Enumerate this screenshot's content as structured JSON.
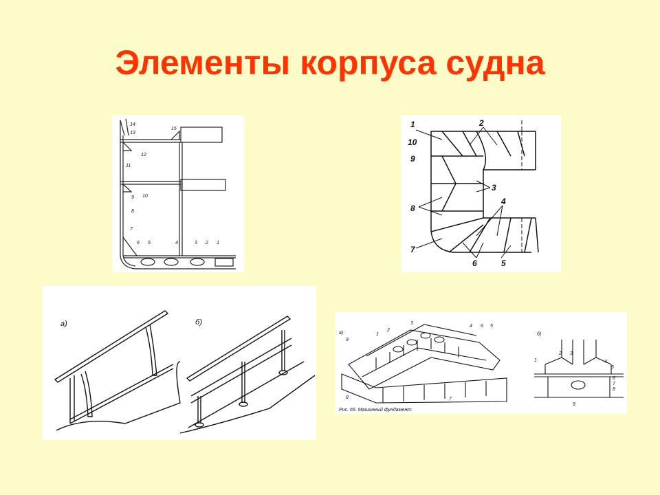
{
  "slide": {
    "title": "Элементы корпуса судна",
    "title_color": "#ff3300",
    "background": "#fdfbc7"
  },
  "figures": {
    "frame_section": {
      "numbers": [
        "14",
        "13",
        "15",
        "12",
        "11",
        "10",
        "9",
        "8",
        "7",
        "6",
        "5",
        "4",
        "3",
        "2",
        "1"
      ]
    },
    "double_bottom": {
      "numbers": [
        "1",
        "2",
        "10",
        "9",
        "3",
        "8",
        "4",
        "7",
        "6",
        "5"
      ]
    },
    "bulwark_railing": {
      "labels": [
        "а)",
        "б)"
      ]
    },
    "engine_foundation": {
      "labels": [
        "а)",
        "б)"
      ],
      "numbers_a": [
        "3",
        "2",
        "1",
        "9",
        "4",
        "6",
        "5",
        "8",
        "7"
      ],
      "numbers_b": [
        "1",
        "2",
        "3",
        "4",
        "5",
        "6",
        "7",
        "8",
        "9"
      ],
      "caption": "Рис. 65. Машинный фундамент:"
    }
  }
}
